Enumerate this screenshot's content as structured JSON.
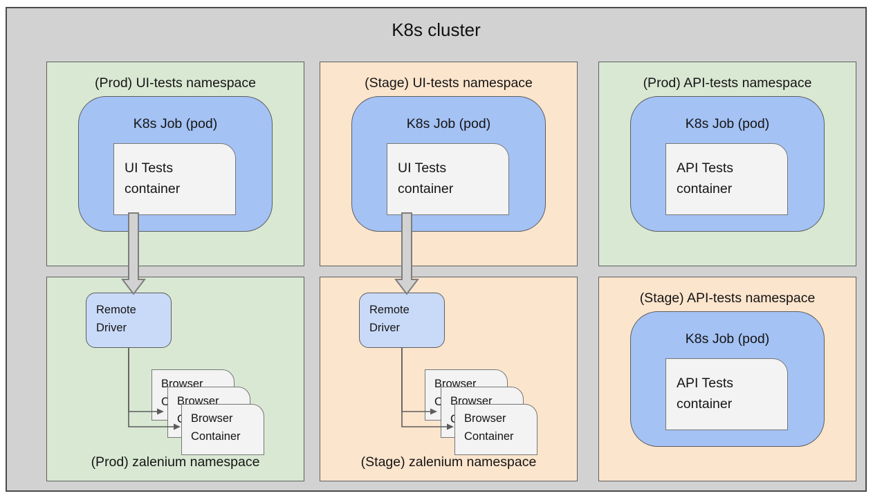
{
  "title": "K8s cluster",
  "labels": {
    "pod": "K8s Job (pod)",
    "ui_container": "UI Tests container",
    "api_container": "API Tests container",
    "remote_driver": "Remote Driver",
    "browser_container": "Browser Container"
  },
  "namespaces": {
    "prod_ui": {
      "label": "(Prod) UI-tests namespace"
    },
    "stage_ui": {
      "label": "(Stage) UI-tests namespace"
    },
    "prod_api": {
      "label": "(Prod) API-tests namespace"
    },
    "prod_zal": {
      "label": "(Prod) zalenium namespace"
    },
    "stage_zal": {
      "label": "(Stage) zalenium namespace"
    },
    "stage_api": {
      "label": "(Stage) API-tests namespace"
    }
  },
  "colors": {
    "cluster_bg": "#d2d2d2",
    "prod_bg": "#d9e8d3",
    "stage_bg": "#fce5cd",
    "pod_bg": "#a4c2f4",
    "driver_bg": "#c9daf8",
    "container_bg": "#f3f3f3"
  }
}
